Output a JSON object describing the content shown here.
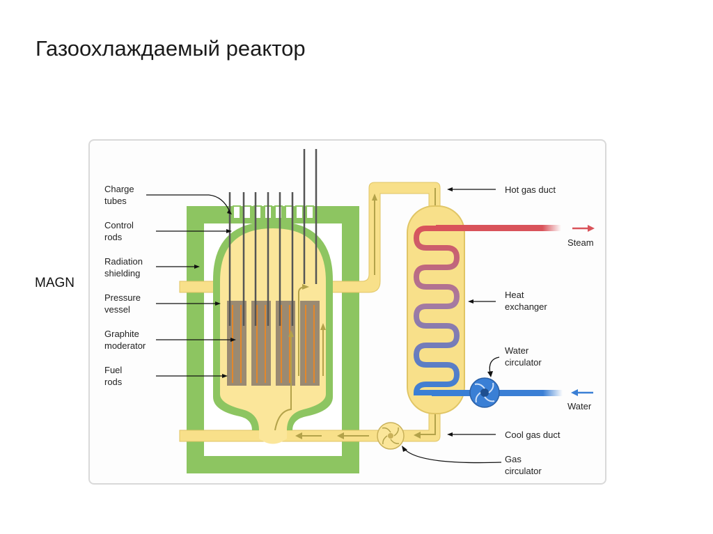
{
  "slide": {
    "title": "Газоохлаждаемый реактор",
    "side_label": "MAGN"
  },
  "diagram": {
    "labels_left": {
      "charge_tubes": [
        "Charge",
        "tubes"
      ],
      "control_rods": [
        "Control",
        "rods"
      ],
      "radiation_shielding": [
        "Radiation",
        "shielding"
      ],
      "pressure_vessel": [
        "Pressure",
        "vessel"
      ],
      "graphite_moderator": [
        "Graphite",
        "moderator"
      ],
      "fuel_rods": [
        "Fuel",
        "rods"
      ]
    },
    "labels_right": {
      "hot_gas_duct": "Hot gas duct",
      "steam": "Steam",
      "heat_exchanger": [
        "Heat",
        "exchanger"
      ],
      "water_circulator": [
        "Water",
        "circulator"
      ],
      "water": "Water",
      "cool_gas_duct": "Cool gas duct",
      "gas_circulator": [
        "Gas",
        "circulator"
      ]
    },
    "colors": {
      "shielding": "#8dc561",
      "shielding_dark": "#5ea03c",
      "gas": "#f8e08a",
      "gas_light": "#fcedb0",
      "graphite": "#9a8a72",
      "fuel": "#e3872b",
      "rod": "#555555",
      "steam": "#d9535a",
      "water": "#3a7fd5",
      "flow_arrow": "#b3a24a"
    }
  }
}
